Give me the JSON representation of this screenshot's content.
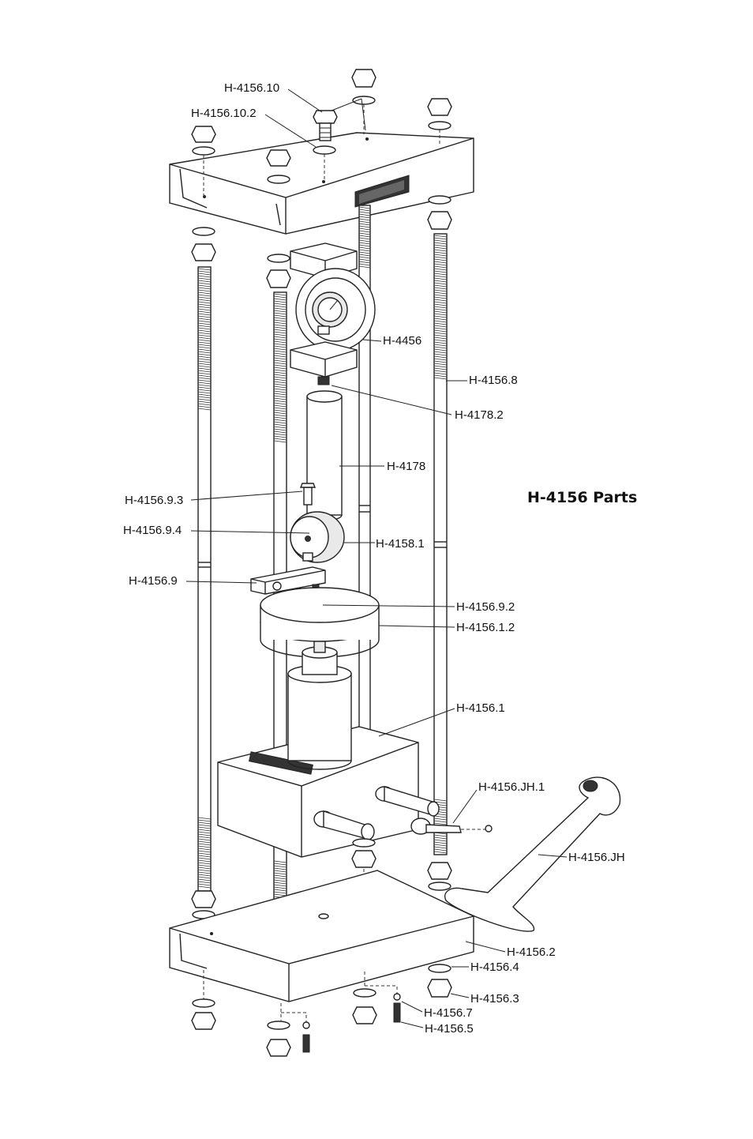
{
  "title": "H-4156 Parts",
  "parts": {
    "p_10": "H-4156.10",
    "p_10_2": "H-4156.10.2",
    "p_4456": "H-4456",
    "p_8": "H-4156.8",
    "p_4178_2": "H-4178.2",
    "p_4178": "H-4178",
    "p_9_3": "H-4156.9.3",
    "p_9_4": "H-4156.9.4",
    "p_4158_1": "H-4158.1",
    "p_9": "H-4156.9",
    "p_9_2": "H-4156.9.2",
    "p_1_2": "H-4156.1.2",
    "p_1": "H-4156.1",
    "p_jh1": "H-4156.JH.1",
    "p_jh": "H-4156.JH",
    "p_2": "H-4156.2",
    "p_4": "H-4156.4",
    "p_3": "H-4156.3",
    "p_7": "H-4156.7",
    "p_5": "H-4156.5"
  }
}
